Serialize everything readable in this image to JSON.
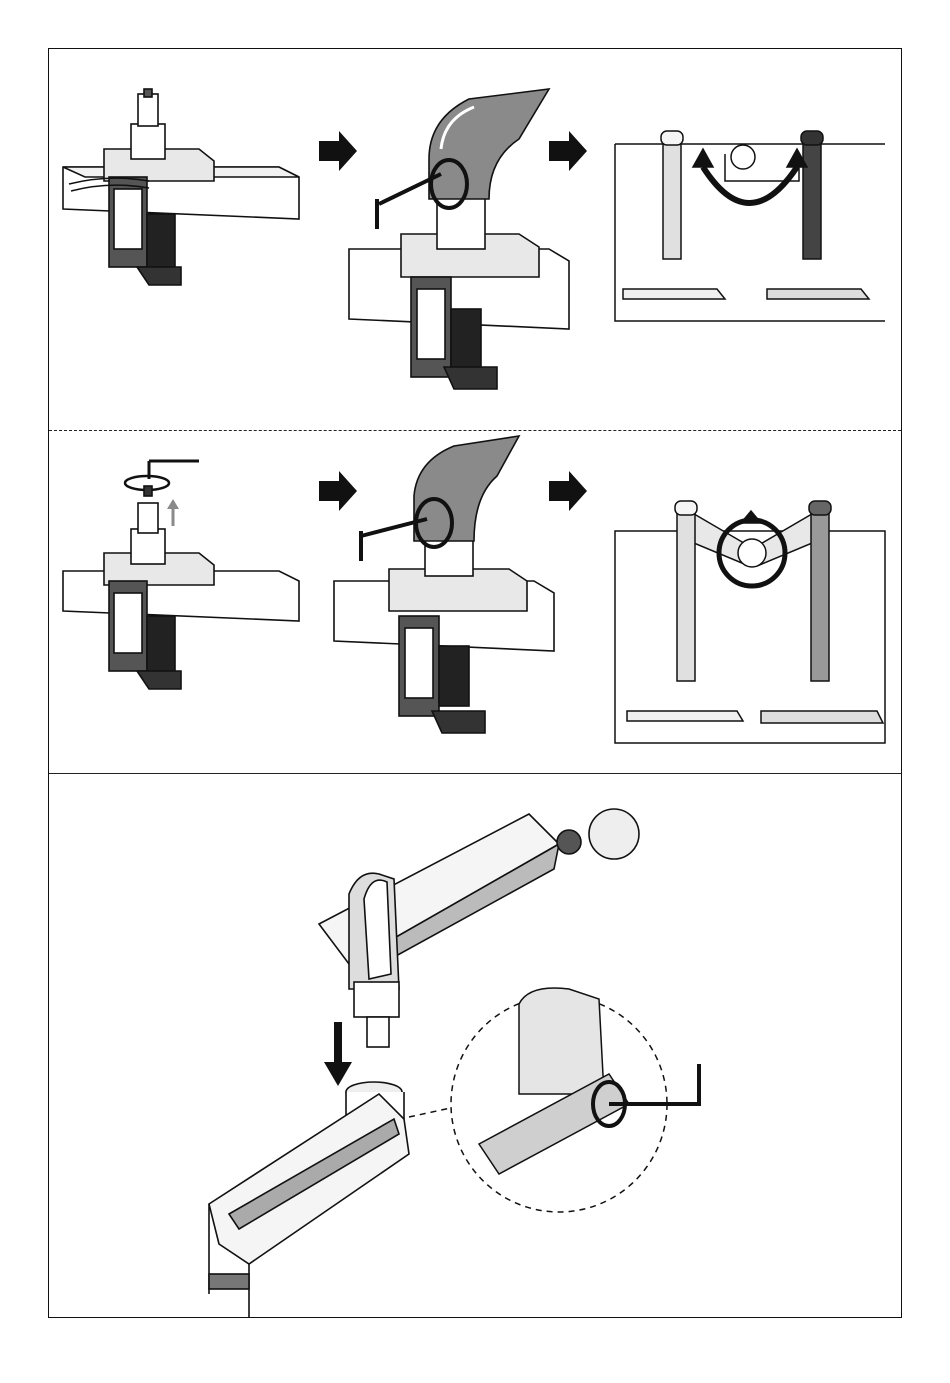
{
  "document": {
    "type": "assembly-instructions",
    "steps": [
      {
        "panel": 1,
        "frames": [
          "clamp-with-pole",
          "arm-installed-tighten-screw",
          "rotate-limit-view"
        ]
      },
      {
        "panel": 2,
        "frames": [
          "remove-stopper-screw",
          "arm-installed-tighten-screw",
          "free-rotation-view"
        ]
      },
      {
        "panel": 3,
        "frames": [
          "attach-second-arm",
          "tighten-hex-screw-detail"
        ]
      }
    ]
  },
  "colors": {
    "ink": "#111111",
    "gray": "#8a8a8a",
    "light": "#d9d9d9",
    "mid": "#b5b5b5",
    "white": "#ffffff"
  }
}
